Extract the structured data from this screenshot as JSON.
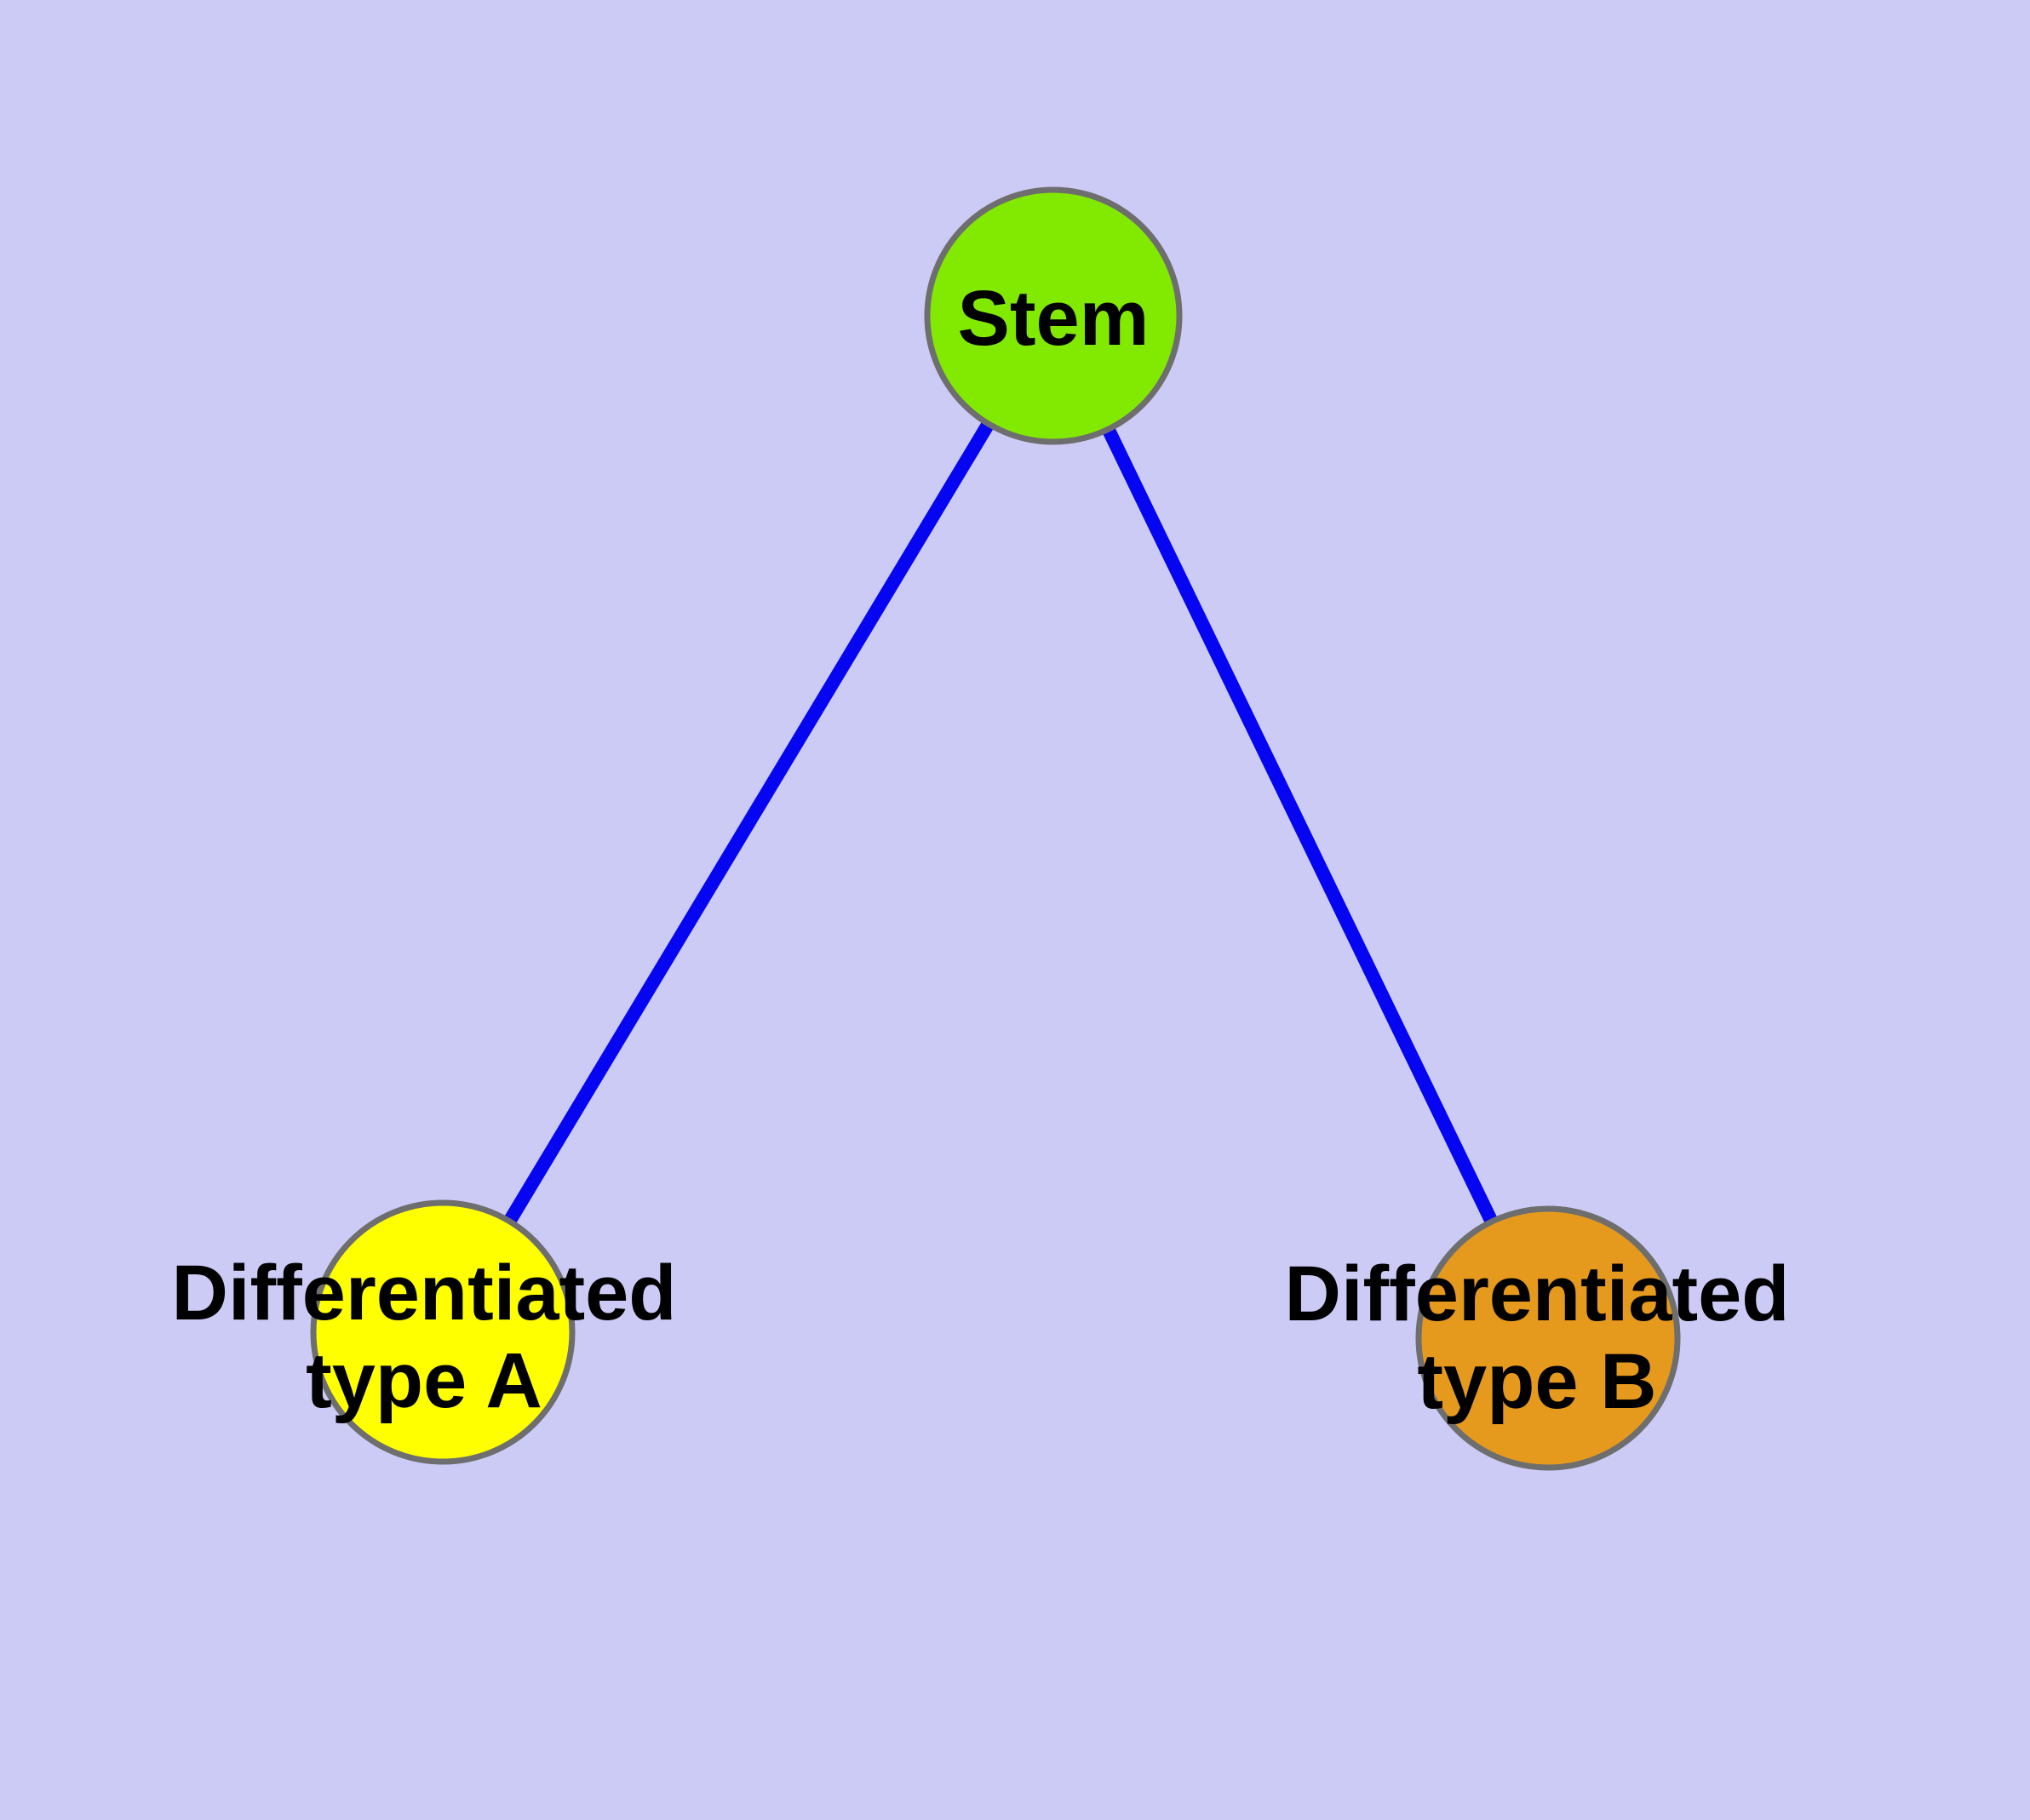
{
  "diagram": {
    "background_color": "#CBCBF6",
    "edge_color": "#0505F2",
    "node_border_color": "#6E6E6E",
    "label_color": "#000000",
    "nodes": {
      "stem": {
        "label": "Stem",
        "fill": "#82EA00"
      },
      "type_a": {
        "label": "Differentiated type A",
        "label_lines": [
          "Differentiated",
          "type A"
        ],
        "fill": "#FFFF00"
      },
      "type_b": {
        "label": "Differentiated type B",
        "label_lines": [
          "Differentiated",
          "type B"
        ],
        "fill": "#E69A1D"
      }
    },
    "edges": [
      {
        "from": "Stem",
        "to": "Differentiated type A"
      },
      {
        "from": "Stem",
        "to": "Differentiated type B"
      }
    ]
  }
}
